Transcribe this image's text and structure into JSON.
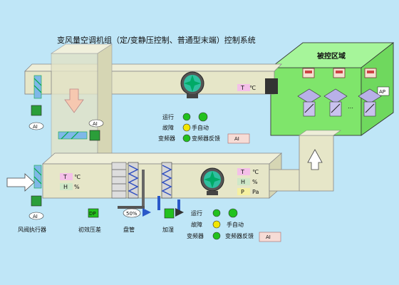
{
  "title": "变风量空调机组（定/变静压控制、普通型末端）控制系统",
  "zone_label": "被控区域",
  "supply": {
    "temp_label": "T",
    "temp_unit": "℃"
  },
  "status_top": {
    "run": "运行",
    "fault": "故障",
    "manual_auto": "手自动",
    "vfd": "变频器",
    "vfd_feedback": "变频器反馈",
    "ai": "AI"
  },
  "status_bottom": {
    "run": "运行",
    "fault": "故障",
    "manual_auto": "手自动",
    "vfd": "变频器",
    "vfd_feedback": "变频器反馈",
    "ai": "AI"
  },
  "return_sensors": {
    "t": "T",
    "t_unit": "℃",
    "h": "H",
    "h_unit": "%",
    "p": "P",
    "p_unit": "Pa"
  },
  "mix_sensors": {
    "t": "T",
    "t_unit": "℃",
    "h": "H",
    "h_unit": "%"
  },
  "damper_ai_top": "AI",
  "damper_ai_left": "AI",
  "damper_ai_lower": "AI",
  "actuator_label": "风阀执行器",
  "filter_label": "初效压差",
  "filter_indicator": "DP",
  "coil_label": "盘管",
  "valve_percent": "50%",
  "humid_label": "加湿",
  "zone_ap": "AP",
  "zone_dots": "…",
  "colors": {
    "background": "#bfe6f7",
    "zone_fill": "#8cf07a",
    "duct": "#e6e6c8",
    "indicator_green": "#22c11e",
    "indicator_yellow": "#f2e600"
  }
}
